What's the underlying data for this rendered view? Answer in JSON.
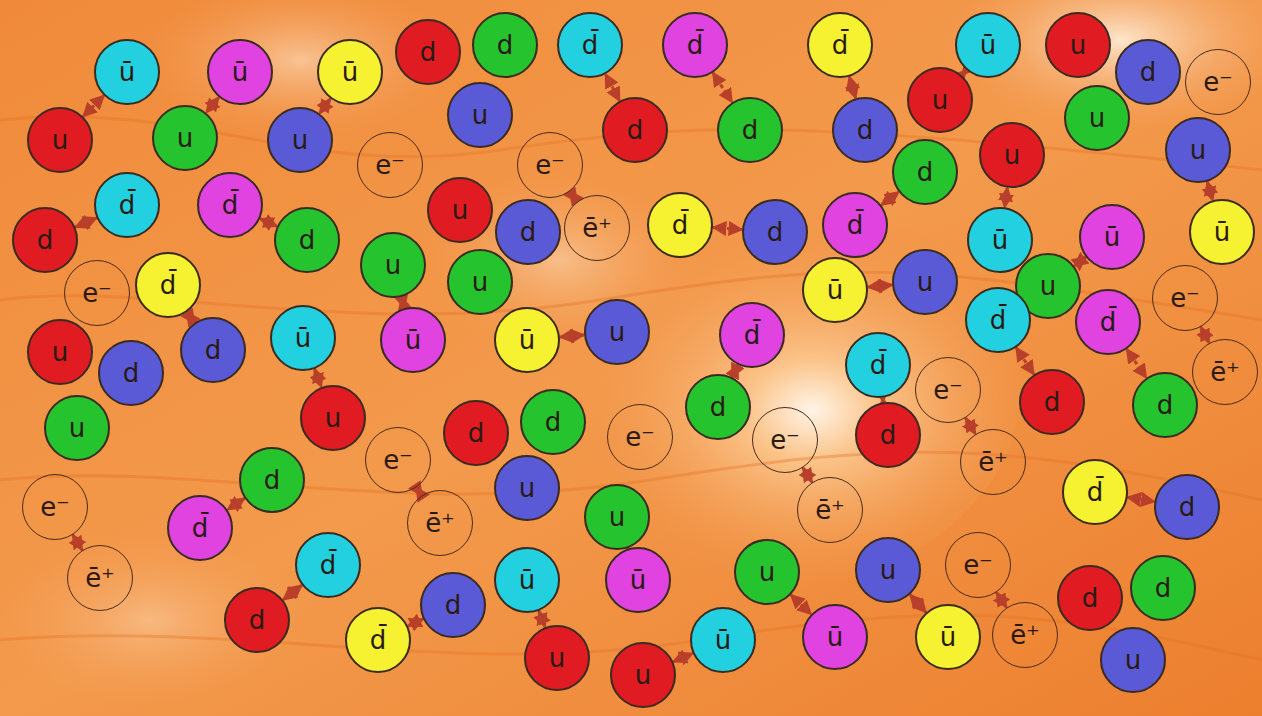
{
  "diagram": {
    "nodes": [
      {
        "text": [
          "ū"
        ]
      },
      {
        "text": [
          "ū"
        ]
      },
      {
        "text": [
          "ū"
        ]
      },
      {
        "text": [
          "d"
        ]
      },
      {
        "text": [
          "d"
        ]
      },
      {
        "text": [
          "d̄"
        ]
      },
      {
        "text": [
          "d̄"
        ]
      },
      {
        "text": [
          "d̄"
        ]
      },
      {
        "text": [
          "ū"
        ]
      },
      {
        "text": [
          "u"
        ]
      },
      {
        "text": [
          "d"
        ]
      },
      {
        "text": [
          "e⁻"
        ]
      },
      {
        "text": [
          "u"
        ]
      },
      {
        "text": [
          "u"
        ]
      },
      {
        "text": [
          "u"
        ]
      },
      {
        "text": [
          "u"
        ]
      },
      {
        "text": [
          "d"
        ]
      },
      {
        "text": [
          "d"
        ]
      },
      {
        "text": [
          "d"
        ]
      },
      {
        "text": [
          "u"
        ]
      },
      {
        "text": [
          "u"
        ]
      },
      {
        "text": [
          "e⁻"
        ]
      },
      {
        "text": [
          "e⁻"
        ]
      },
      {
        "text": [
          "d̄"
        ]
      },
      {
        "text": [
          "d̄"
        ]
      },
      {
        "text": [
          "u"
        ]
      },
      {
        "text": [
          "d"
        ]
      },
      {
        "text": [
          "ē⁺"
        ]
      },
      {
        "text": [
          "d̄"
        ]
      },
      {
        "text": [
          "d"
        ]
      },
      {
        "text": [
          "d̄"
        ]
      },
      {
        "text": [
          "d"
        ]
      },
      {
        "text": [
          "u"
        ]
      },
      {
        "text": [
          "u"
        ]
      },
      {
        "text": [
          "d"
        ]
      },
      {
        "text": [
          "d"
        ]
      },
      {
        "text": [
          "u"
        ]
      },
      {
        "text": [
          "u"
        ]
      },
      {
        "text": [
          "ū"
        ]
      },
      {
        "text": [
          "ū"
        ]
      },
      {
        "text": [
          "ū"
        ]
      },
      {
        "text": [
          "ū"
        ]
      },
      {
        "text": [
          "u"
        ]
      },
      {
        "text": [
          "u"
        ]
      },
      {
        "text": [
          "e⁻"
        ]
      },
      {
        "text": [
          "e⁻"
        ]
      },
      {
        "text": [
          "d̄"
        ]
      },
      {
        "text": [
          "u"
        ]
      },
      {
        "text": [
          "d"
        ]
      },
      {
        "text": [
          "d"
        ]
      },
      {
        "text": [
          "ū"
        ]
      },
      {
        "text": [
          "ū"
        ]
      },
      {
        "text": [
          "ū"
        ]
      },
      {
        "text": [
          "u"
        ]
      },
      {
        "text": [
          "d̄"
        ]
      },
      {
        "text": [
          "d̄"
        ]
      },
      {
        "text": [
          "d̄"
        ]
      },
      {
        "text": [
          "d̄"
        ]
      },
      {
        "text": [
          "ē⁺"
        ]
      },
      {
        "text": [
          "u"
        ]
      },
      {
        "text": [
          "u"
        ]
      },
      {
        "text": [
          "e⁻"
        ]
      },
      {
        "text": [
          "d"
        ]
      },
      {
        "text": [
          "d"
        ]
      },
      {
        "text": [
          "d"
        ]
      },
      {
        "text": [
          "e⁻"
        ]
      },
      {
        "text": [
          "d"
        ]
      },
      {
        "text": [
          "d"
        ]
      },
      {
        "text": [
          "e⁻"
        ]
      },
      {
        "text": [
          "e⁻"
        ]
      },
      {
        "text": [
          "d"
        ]
      },
      {
        "text": [
          "ē⁺"
        ]
      },
      {
        "text": [
          "e⁻"
        ]
      },
      {
        "text": [
          "d"
        ]
      },
      {
        "text": [
          "u"
        ]
      },
      {
        "text": [
          "u"
        ]
      },
      {
        "text": [
          "ē⁺"
        ]
      },
      {
        "text": [
          "d̄"
        ]
      },
      {
        "text": [
          "d"
        ]
      },
      {
        "text": [
          "d̄"
        ]
      },
      {
        "text": [
          "ē⁺"
        ]
      },
      {
        "text": [
          "ē⁺"
        ]
      },
      {
        "text": [
          "d̄"
        ]
      },
      {
        "text": [
          "ū"
        ]
      },
      {
        "text": [
          "ū"
        ]
      },
      {
        "text": [
          "u"
        ]
      },
      {
        "text": [
          "u"
        ]
      },
      {
        "text": [
          "e⁻"
        ]
      },
      {
        "text": [
          "d"
        ]
      },
      {
        "text": [
          "d"
        ]
      },
      {
        "text": [
          "d"
        ]
      },
      {
        "text": [
          "d"
        ]
      },
      {
        "text": [
          "d̄"
        ]
      },
      {
        "text": [
          "u"
        ]
      },
      {
        "text": [
          "u"
        ]
      },
      {
        "text": [
          "ū"
        ]
      },
      {
        "text": [
          "ū"
        ]
      },
      {
        "text": [
          "ū"
        ]
      },
      {
        "text": [
          "ē⁺"
        ]
      },
      {
        "text": [
          "u"
        ]
      }
    ],
    "edges": [
      {
        "from": 0,
        "to": 12,
        "arrow": "both"
      },
      {
        "from": 1,
        "to": 13,
        "arrow": "both"
      },
      {
        "from": 2,
        "to": 14,
        "arrow": "both"
      },
      {
        "from": 5,
        "to": 16,
        "arrow": "both"
      },
      {
        "from": 6,
        "to": 17,
        "arrow": "both"
      },
      {
        "from": 7,
        "to": 18,
        "arrow": "both"
      },
      {
        "from": 8,
        "to": 19,
        "arrow": "both"
      },
      {
        "from": 23,
        "to": 34,
        "arrow": "both"
      },
      {
        "from": 24,
        "to": 35,
        "arrow": "both"
      },
      {
        "from": 22,
        "to": 27,
        "arrow": "both"
      },
      {
        "from": 28,
        "to": 29,
        "arrow": "both"
      },
      {
        "from": 30,
        "to": 31,
        "arrow": "both"
      },
      {
        "from": 32,
        "to": 38,
        "arrow": "both"
      },
      {
        "from": 33,
        "to": 40,
        "arrow": "both"
      },
      {
        "from": 39,
        "to": 43,
        "arrow": "both"
      },
      {
        "from": 41,
        "to": 42,
        "arrow": "both"
      },
      {
        "from": 46,
        "to": 49,
        "arrow": "both"
      },
      {
        "from": 36,
        "to": 51,
        "arrow": "both"
      },
      {
        "from": 50,
        "to": 60,
        "arrow": "both"
      },
      {
        "from": 52,
        "to": 53,
        "arrow": "both"
      },
      {
        "from": 54,
        "to": 64,
        "arrow": "both"
      },
      {
        "from": 55,
        "to": 70,
        "arrow": "both"
      },
      {
        "from": 57,
        "to": 63,
        "arrow": "both"
      },
      {
        "from": 44,
        "to": 58,
        "arrow": "both"
      },
      {
        "from": 61,
        "to": 71,
        "arrow": "both"
      },
      {
        "from": 56,
        "to": 62,
        "arrow": "both"
      },
      {
        "from": 65,
        "to": 80,
        "arrow": "both"
      },
      {
        "from": 69,
        "to": 76,
        "arrow": "both"
      },
      {
        "from": 72,
        "to": 81,
        "arrow": "both"
      },
      {
        "from": 73,
        "to": 79,
        "arrow": "both"
      },
      {
        "from": 77,
        "to": 78,
        "arrow": "both"
      },
      {
        "from": 75,
        "to": 84,
        "arrow": "both"
      },
      {
        "from": 82,
        "to": 90,
        "arrow": "both"
      },
      {
        "from": 92,
        "to": 91,
        "arrow": "both"
      },
      {
        "from": 83,
        "to": 93,
        "arrow": "both"
      },
      {
        "from": 94,
        "to": 95,
        "arrow": "both"
      },
      {
        "from": 85,
        "to": 96,
        "arrow": "both"
      },
      {
        "from": 86,
        "to": 97,
        "arrow": "both"
      },
      {
        "from": 87,
        "to": 98,
        "arrow": "both"
      }
    ]
  }
}
